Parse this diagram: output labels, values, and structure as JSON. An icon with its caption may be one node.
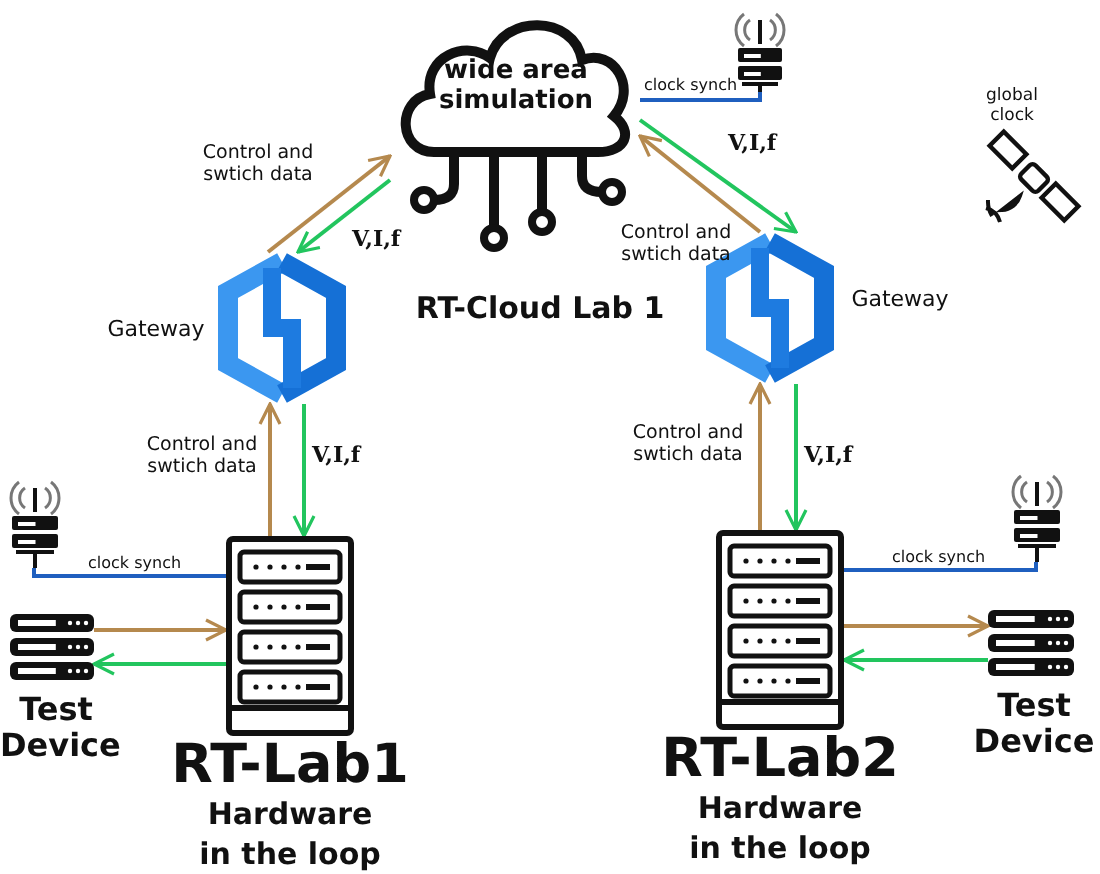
{
  "diagram": {
    "nodes": [
      {
        "text": [
          "wide area simulation"
        ]
      },
      {
        "text": [],
        "shape": "hexagon",
        "beside": [
          "Gateway"
        ]
      },
      {
        "text": [],
        "shape": "hexagon",
        "beside": [
          "Gateway"
        ]
      },
      {
        "text": [],
        "shape": "rack",
        "beside": [
          "RT-Lab1",
          "Hardware in the loop"
        ]
      },
      {
        "text": [],
        "shape": "rack",
        "beside": [
          "RT-Lab2",
          "Hardware in the loop"
        ]
      },
      {
        "text": [],
        "shape": "server",
        "beside": [
          "Test Device"
        ]
      },
      {
        "text": [],
        "shape": "server",
        "beside": [
          "Test Device"
        ]
      },
      {
        "text": [],
        "shape": "antenna"
      },
      {
        "text": [],
        "shape": "antenna"
      },
      {
        "text": [],
        "shape": "antenna"
      }
    ],
    "edges": [
      {
        "from": 1,
        "to": 0,
        "arrow": "to",
        "label": "Control and swtich data"
      },
      {
        "from": 0,
        "to": 1,
        "arrow": "to",
        "label": "V,I,f",
        "color": "#22c55e"
      },
      {
        "from": 2,
        "to": 0,
        "arrow": "to",
        "label": "Control and swtich data"
      },
      {
        "from": 0,
        "to": 2,
        "arrow": "to",
        "label": "V,I,f",
        "color": "#22c55e"
      },
      {
        "from": 3,
        "to": 1,
        "arrow": "to",
        "label": "Control and swtich data"
      },
      {
        "from": 1,
        "to": 3,
        "arrow": "to",
        "label": "V,I,f",
        "color": "#22c55e"
      },
      {
        "from": 4,
        "to": 2,
        "arrow": "to",
        "label": "Control and swtich data"
      },
      {
        "from": 2,
        "to": 4,
        "arrow": "to",
        "label": "V,I,f",
        "color": "#22c55e"
      },
      {
        "from": 7,
        "to": 0,
        "arrow": "none",
        "label": "clock synch",
        "color": "#1f5fbf"
      },
      {
        "from": 8,
        "to": 3,
        "arrow": "none",
        "label": "clock synch",
        "color": "#1f5fbf"
      },
      {
        "from": 9,
        "to": 4,
        "arrow": "none",
        "label": "clock synch",
        "color": "#1f5fbf"
      },
      {
        "from": 5,
        "to": 3,
        "arrow": "to"
      },
      {
        "from": 3,
        "to": 5,
        "arrow": "to",
        "color": "#22c55e"
      },
      {
        "from": 4,
        "to": 6,
        "arrow": "to"
      },
      {
        "from": 6,
        "to": 4,
        "arrow": "to",
        "color": "#22c55e"
      }
    ],
    "labels": [
      "RT-Cloud Lab 1",
      "global clock"
    ]
  }
}
